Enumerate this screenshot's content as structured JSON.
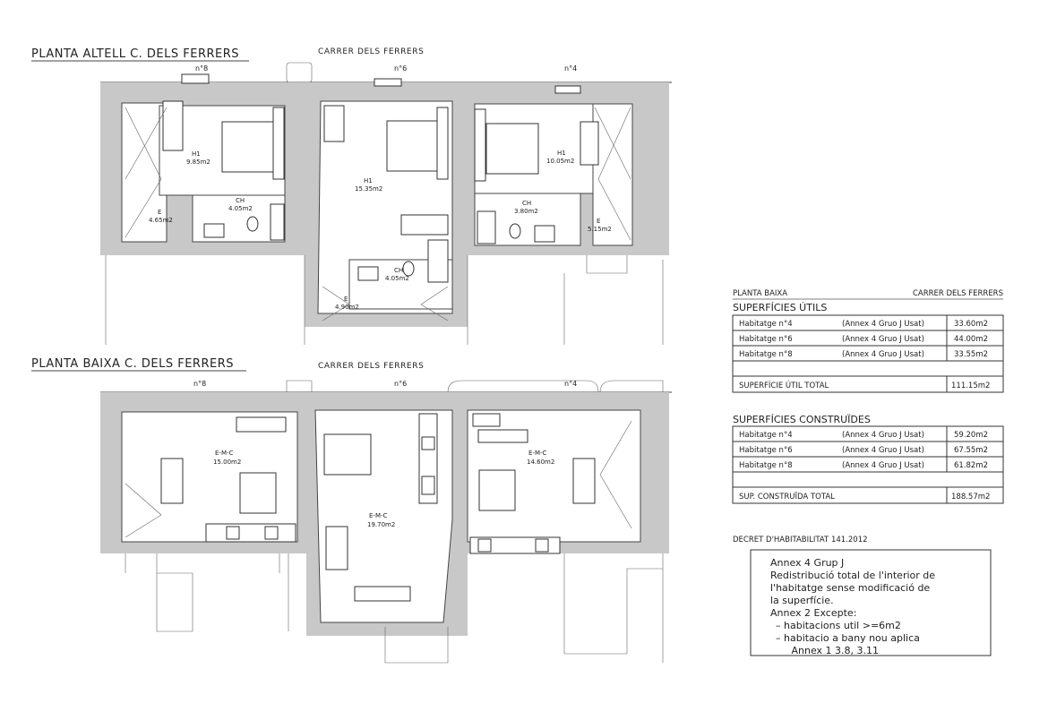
{
  "top_plan": {
    "title": "PLANTA ALTELL C. DELS FERRERS",
    "street": "CARRER DELS FERRERS",
    "units": [
      "n°8",
      "n°6",
      "n°4"
    ],
    "rooms": [
      {
        "name": "H1",
        "area": "9.85m2"
      },
      {
        "name": "E",
        "area": "4.65m2"
      },
      {
        "name": "CH",
        "area": "4.05m2"
      },
      {
        "name": "H1",
        "area": "15.35m2"
      },
      {
        "name": "CH",
        "area": "4.05m2"
      },
      {
        "name": "E",
        "area": "4.90m2"
      },
      {
        "name": "H1",
        "area": "10.05m2"
      },
      {
        "name": "CH",
        "area": "3.80m2"
      },
      {
        "name": "E",
        "area": "5.15m2"
      }
    ]
  },
  "bottom_plan": {
    "title": "PLANTA BAIXA C. DELS FERRERS",
    "street": "CARRER DELS FERRERS",
    "units": [
      "n°8",
      "n°6",
      "n°4"
    ],
    "rooms": [
      {
        "name": "E-M-C",
        "area": "15.00m2"
      },
      {
        "name": "E-M-C",
        "area": "19.70m2"
      },
      {
        "name": "E-M-C",
        "area": "14.60m2"
      }
    ]
  },
  "summary": {
    "header_left": "PLANTA BAIXA",
    "header_right": "CARRER DELS FERRERS",
    "useful": {
      "title": "SUPERFÍCIES ÚTILS",
      "rows": [
        {
          "label": "Habitatge n°4",
          "note": "(Annex 4 Gruo J Usat)",
          "value": "33.60m2"
        },
        {
          "label": "Habitatge n°6",
          "note": "(Annex 4 Gruo J Usat)",
          "value": "44.00m2"
        },
        {
          "label": "Habitatge n°8",
          "note": "(Annex 4 Gruo J Usat)",
          "value": "33.55m2"
        }
      ],
      "total_label": "SUPERFÍCIE ÚTIL TOTAL",
      "total_value": "111.15m2"
    },
    "built": {
      "title": "SUPERFÍCIES CONSTRUÏDES",
      "rows": [
        {
          "label": "Habitatge n°4",
          "note": "(Annex 4 Gruo J Usat)",
          "value": "59.20m2"
        },
        {
          "label": "Habitatge n°6",
          "note": "(Annex 4 Gruo J Usat)",
          "value": "67.55m2"
        },
        {
          "label": "Habitatge n°8",
          "note": "(Annex 4 Gruo J Usat)",
          "value": "61.82m2"
        }
      ],
      "total_label": "SUP. CONSTRUÏDA TOTAL",
      "total_value": "188.57m2"
    }
  },
  "decree": {
    "title": "DECRET D'HABITABILITAT 141.2012",
    "lines": [
      "Annex 4 Grup J",
      "Redistribució total de l'interior de",
      "l'habitatge sense modificació de",
      "la superfície.",
      "Annex 2 Excepte:",
      "–   habitacions util >=6m2",
      "–   habitacio a bany nou aplica",
      "     Annex 1 3.8, 3.11"
    ]
  }
}
